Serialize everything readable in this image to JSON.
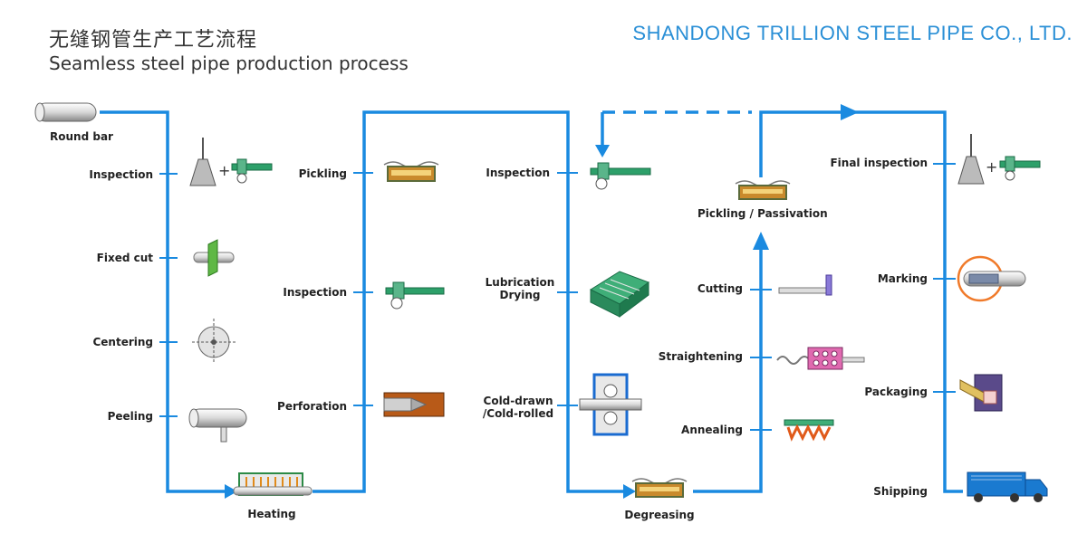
{
  "header": {
    "title_cn": "无缝钢管生产工艺流程",
    "title_en": "Seamless steel pipe production process",
    "company": "SHANDONG TRILLION STEEL PIPE CO., LTD."
  },
  "colors": {
    "flow_line": "#1a8ae0",
    "company": "#2a8fd6"
  },
  "steps": {
    "round_bar": "Round bar",
    "inspection1": "Inspection",
    "fixed_cut": "Fixed cut",
    "centering": "Centering",
    "peeling": "Peeling",
    "heating": "Heating",
    "pickling": "Pickling",
    "inspection2": "Inspection",
    "perforation": "Perforation",
    "inspection3": "Inspection",
    "lubrication_1": "Lubrication",
    "lubrication_2": "Drying",
    "cold_1": "Cold-drawn",
    "cold_2": "/Cold-rolled",
    "degreasing": "Degreasing",
    "pickling_passivation": "Pickling / Passivation",
    "cutting": "Cutting",
    "straightening": "Straightening",
    "annealing": "Annealing",
    "final_inspection": "Final inspection",
    "marking": "Marking",
    "packaging": "Packaging",
    "shipping": "Shipping"
  }
}
